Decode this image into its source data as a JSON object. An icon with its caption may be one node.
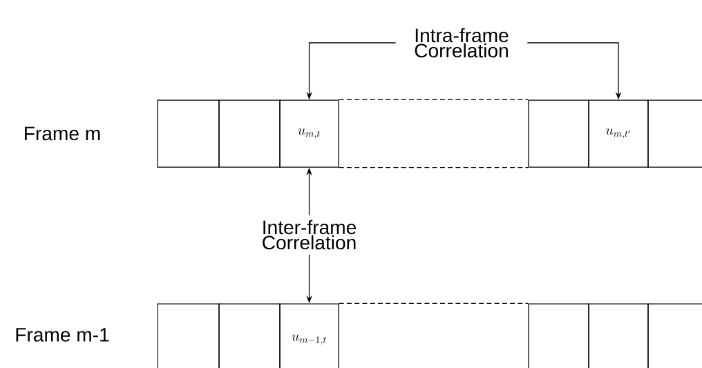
{
  "diagram": {
    "nodes": [
      {
        "text": [
          "Intra-frame Correlation"
        ]
      },
      {
        "text": [],
        "shape": "box"
      },
      {
        "text": [],
        "shape": "box"
      },
      {
        "text": [
          "u_{m,t}"
        ]
      },
      {
        "text": [],
        "shape": "box"
      },
      {
        "text": [
          "u_{m,t'}"
        ]
      },
      {
        "text": [],
        "shape": "box"
      },
      {
        "text": [
          "Inter-frame Correlation"
        ]
      },
      {
        "text": [],
        "shape": "box"
      },
      {
        "text": [],
        "shape": "box"
      },
      {
        "text": [
          "u_{m-1,t}"
        ]
      },
      {
        "text": [],
        "shape": "box"
      },
      {
        "text": [],
        "shape": "box"
      },
      {
        "text": [],
        "shape": "box"
      }
    ],
    "edges": [
      {
        "from": 0,
        "to": 3,
        "arrow": "to"
      },
      {
        "from": 0,
        "to": 5,
        "arrow": "to"
      },
      {
        "from": 7,
        "to": 3,
        "arrow": "to"
      },
      {
        "from": 7,
        "to": 10,
        "arrow": "to"
      },
      {
        "from": 3,
        "to": 4,
        "arrow": "none",
        "style": "dashed"
      },
      {
        "from": 3,
        "to": 4,
        "arrow": "none",
        "style": "dashed"
      },
      {
        "from": 10,
        "to": 11,
        "arrow": "none",
        "style": "dashed"
      }
    ],
    "labels": [
      "Frame m",
      "Frame m-1"
    ]
  }
}
